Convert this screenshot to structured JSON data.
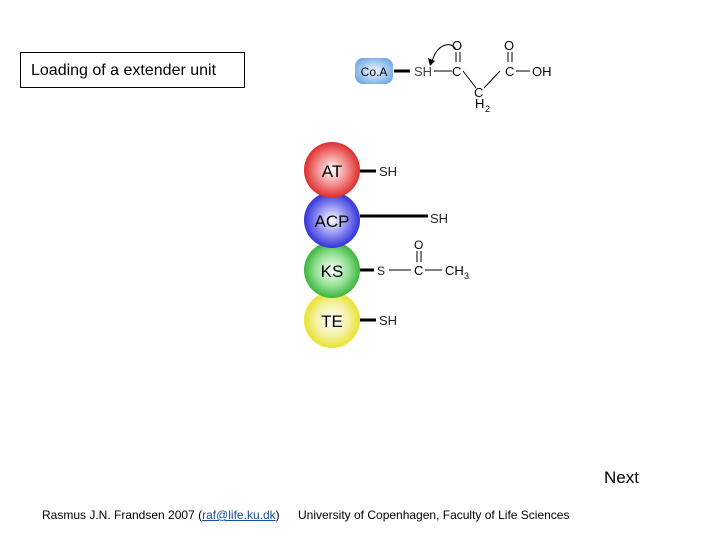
{
  "title": "Loading of a extender unit",
  "coa": {
    "label": "Co.A",
    "sh": "SH",
    "c1": "C",
    "o1": "O",
    "c2": "C",
    "h2": "H",
    "h2_sub": "2",
    "c3": "C",
    "o2": "O",
    "oh": "OH"
  },
  "domains": [
    {
      "label": "AT",
      "color": "#e02020",
      "group": "SH"
    },
    {
      "label": "ACP",
      "color": "#2525d8",
      "group": "SH"
    },
    {
      "label": "KS",
      "color": "#30b030",
      "group": "S"
    },
    {
      "label": "TE",
      "color": "#e8e020",
      "group": "SH"
    }
  ],
  "ks_thioester": {
    "c": "C",
    "o": "O",
    "ch": "CH",
    "ch_sub": "3"
  },
  "next_label": "Next",
  "footer": {
    "author_prefix": "Rasmus J.N. Frandsen 2007 (",
    "email": "raf@life.ku.dk",
    "author_suffix": ")",
    "institution": "University of Copenhagen, Faculty of Life Sciences"
  }
}
